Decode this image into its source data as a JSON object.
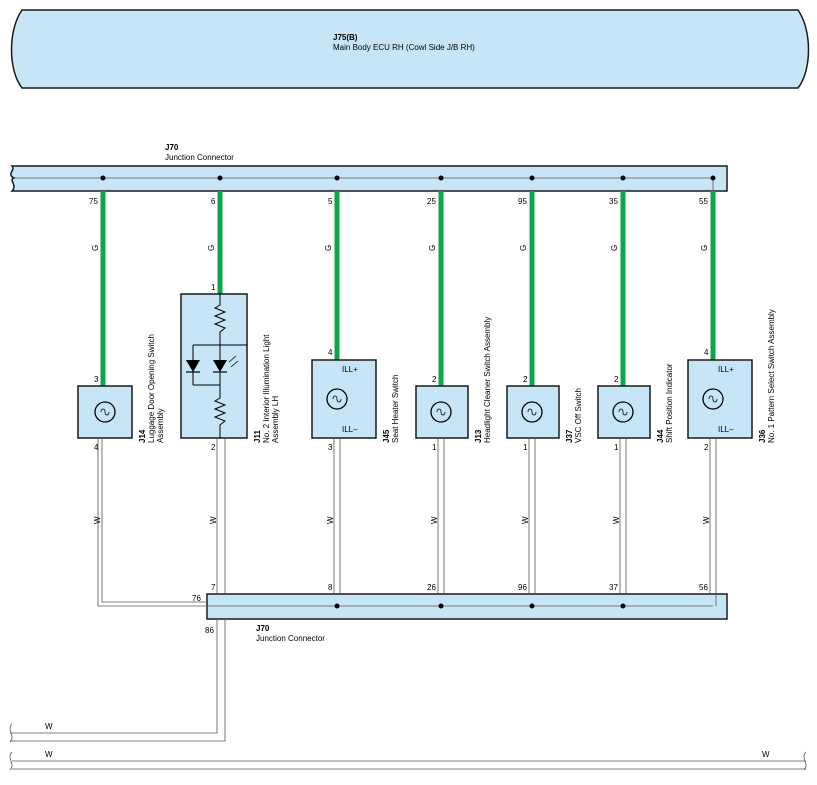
{
  "ecu": {
    "code": "J75(B)",
    "name": "Main Body ECU RH (Cowl Side J/B RH)"
  },
  "junction_top": {
    "code": "J70",
    "name": "Junction Connector"
  },
  "junction_bottom": {
    "code": "J70",
    "name": "Junction Connector"
  },
  "wire_colors": {
    "green": "G",
    "white": "W"
  },
  "components": [
    {
      "id": "j14",
      "code": "J14",
      "name1": "Luggage Door Opening Switch",
      "name2": "Assembly",
      "top_pin": "75",
      "in_pin": "3",
      "out_pin": "4",
      "bottom_pin": "76"
    },
    {
      "id": "j11",
      "code": "J11",
      "name1": "No. 2 Interior Illumination Light",
      "name2": "Assembly LH",
      "top_pin": "6",
      "in_pin": "1",
      "out_pin": "2",
      "bottom_pin": "7"
    },
    {
      "id": "j45",
      "code": "J45",
      "name1": "Seat Heater Switch",
      "name2": "",
      "top_pin": "5",
      "in_pin": "4",
      "out_pin": "3",
      "bottom_pin": "8",
      "ill_plus": "ILL+",
      "ill_minus": "ILL–"
    },
    {
      "id": "j13",
      "code": "J13",
      "name1": "Headlight Cleaner Switch Assembly",
      "name2": "",
      "top_pin": "25",
      "in_pin": "2",
      "out_pin": "1",
      "bottom_pin": "26"
    },
    {
      "id": "j37",
      "code": "J37",
      "name1": "VSC Off Switch",
      "name2": "",
      "top_pin": "95",
      "in_pin": "2",
      "out_pin": "1",
      "bottom_pin": "96"
    },
    {
      "id": "j44",
      "code": "J44",
      "name1": "Shift Position Indicator",
      "name2": "",
      "top_pin": "35",
      "in_pin": "2",
      "out_pin": "1",
      "bottom_pin": "37"
    },
    {
      "id": "j36",
      "code": "J36",
      "name1": "No. 1 Pattern Select Switch Assembly",
      "name2": "",
      "top_pin": "55",
      "in_pin": "4",
      "out_pin": "2",
      "bottom_pin": "56",
      "ill_plus": "ILL+",
      "ill_minus": "ILL–"
    }
  ],
  "bottom_out_pin": "86",
  "colors": {
    "connector_fill": "#c6e6f8",
    "green_wire": "#0da64a",
    "white_wire": "#555555"
  }
}
